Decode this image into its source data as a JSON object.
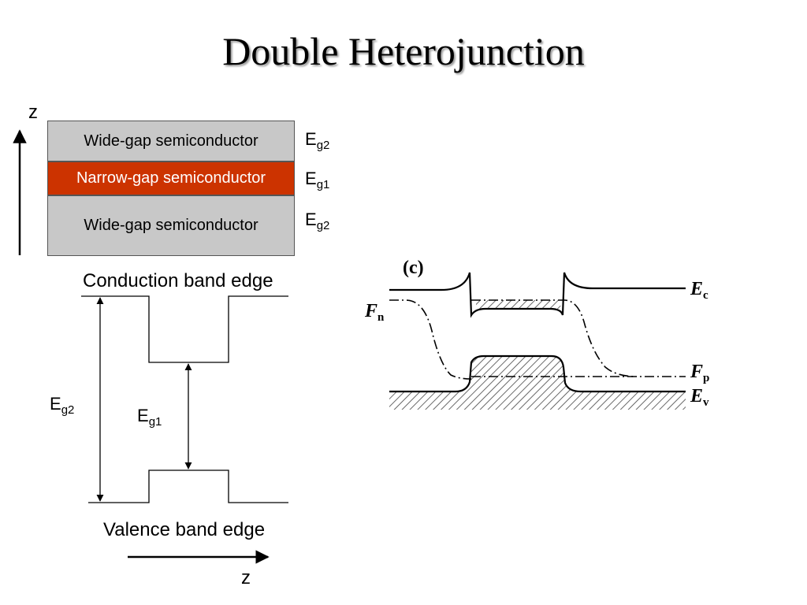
{
  "title": "Double Heterojunction",
  "layers": {
    "top": "Wide-gap semiconductor",
    "middle": "Narrow-gap semiconductor",
    "bottom": "Wide-gap semiconductor"
  },
  "axis_label": "z",
  "gap_labels": {
    "base": "E",
    "wide_sub": "g2",
    "narrow_sub": "g1"
  },
  "band_diagram": {
    "conduction_label": "Conduction band edge",
    "valence_label": "Valence band edge"
  },
  "figure_c": {
    "panel_label": "(c)",
    "ec": {
      "base": "E",
      "sub": "c"
    },
    "fn": {
      "base": "F",
      "sub": "n"
    },
    "fp": {
      "base": "F",
      "sub": "p"
    },
    "ev": {
      "base": "E",
      "sub": "v"
    }
  },
  "colors": {
    "wide_gap": "#c8c8c8",
    "narrow_gap": "#cc3300"
  }
}
